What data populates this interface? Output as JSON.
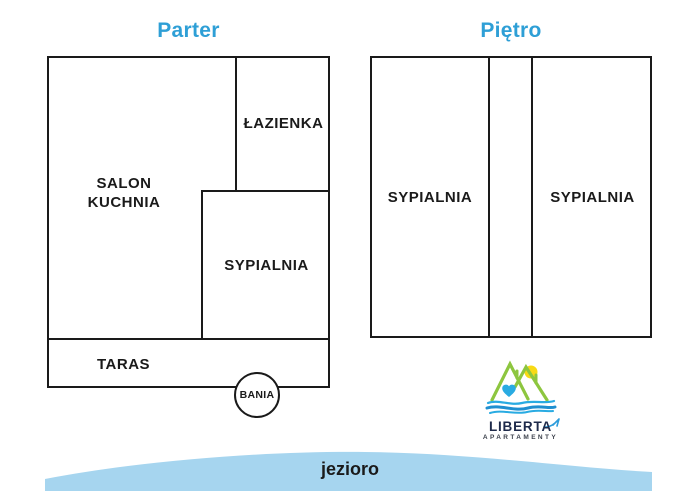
{
  "colors": {
    "title_blue": "#2E9FD6",
    "wall": "#1A1A1A",
    "label": "#1A1A1A",
    "lake_fill": "#A6D5EF",
    "lake_text": "#1A1A1A",
    "logo_green": "#8DC63F",
    "logo_sun": "#F8DA15",
    "logo_heart_blue": "#29ABE2",
    "logo_wave_blue": "#29ABE2",
    "logo_wave_dark": "#1F8FD0",
    "logo_swoosh": "#2D9CDB",
    "logo_text": "#1E2A4A",
    "logo_sub_text": "#3D424D"
  },
  "parter": {
    "title": "Parter",
    "rooms": {
      "salon_line1": "SALON",
      "salon_line2": "KUCHNIA",
      "lazienka": "ŁAZIENKA",
      "sypialnia": "SYPIALNIA",
      "taras": "TARAS",
      "bania": "BANIA"
    }
  },
  "pietro": {
    "title": "Piętro",
    "rooms": {
      "sypialnia_left": "SYPIALNIA",
      "sypialnia_right": "SYPIALNIA"
    }
  },
  "logo": {
    "brand": "LIBERTA",
    "subtitle": "APARTAMENTY"
  },
  "lake": {
    "label": "jezioro"
  }
}
